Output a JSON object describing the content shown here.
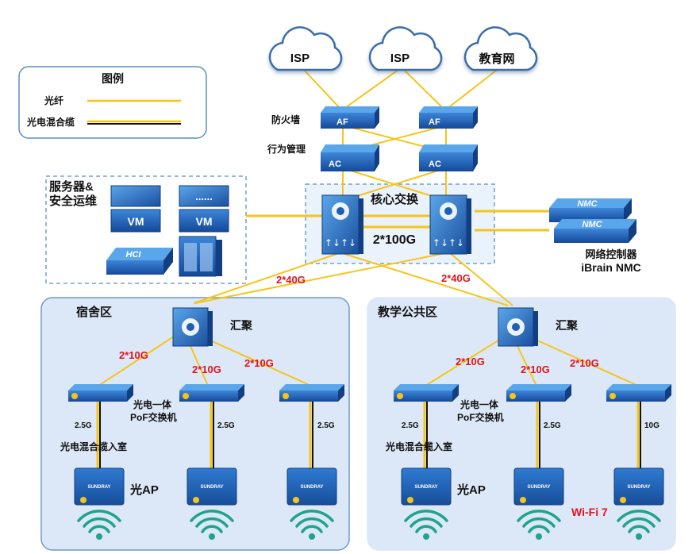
{
  "legend": {
    "title": "图例",
    "fiber": "光纤",
    "hybrid": "光电混合缆"
  },
  "clouds": [
    "ISP",
    "ISP",
    "教育网"
  ],
  "labels": {
    "firewall": "防火墙",
    "behavior": "行为管理",
    "af": "AF",
    "ac": "AC",
    "server_title_1": "服务器&",
    "server_title_2": "安全运维",
    "vm": "VM",
    "dots": "......",
    "hci": "HCI",
    "core": "核心交换",
    "core_link": "2*100G",
    "nmc": "NMC",
    "controller_1": "网络控制器",
    "controller_2": "iBrain NMC",
    "uplink": "2*40G",
    "dorm": "宿舍区",
    "teach": "教学公共区",
    "agg": "汇聚",
    "access_link": "2*10G",
    "pof_1": "光电一体",
    "pof_2": "PoF交换机",
    "speed_25": "2.5G",
    "speed_10": "10G",
    "hybrid_in": "光电混合缆入室",
    "ap": "光AP",
    "ap_brand": "SUNDRAY",
    "wifi7": "Wi-Fi 7"
  },
  "colors": {
    "fiber": "#f5c518",
    "hybrid": "#111111",
    "device": "#1e5fb4",
    "zone": "#dce8f7"
  }
}
